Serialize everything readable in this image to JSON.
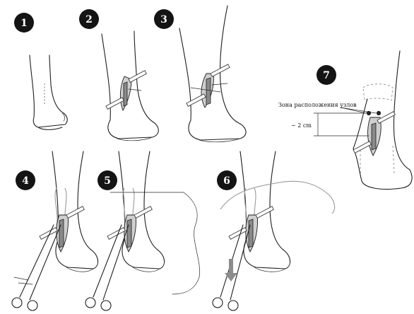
{
  "steps": [
    {
      "number": "1"
    },
    {
      "number": "2"
    },
    {
      "number": "3"
    },
    {
      "number": "4"
    },
    {
      "number": "5"
    },
    {
      "number": "6"
    },
    {
      "number": "7"
    }
  ],
  "annotations": {
    "knot_zone": "Зона расположения узлов",
    "distance": "~ 2 cm"
  }
}
